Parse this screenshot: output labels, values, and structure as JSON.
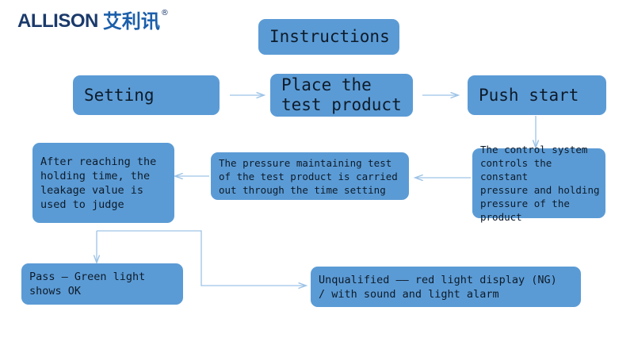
{
  "brand": {
    "latin": "ALLISON",
    "cjk": "艾利讯",
    "registered": "®"
  },
  "diagram": {
    "title": "Instructions",
    "accent_color": "#5B9BD5",
    "connector_color": "#9DC3E6",
    "text_color": "#0d1b2a",
    "nodes": [
      {
        "id": "instructions",
        "label": "Instructions"
      },
      {
        "id": "setting",
        "label": "Setting"
      },
      {
        "id": "place-test-product",
        "label": "Place the\ntest product"
      },
      {
        "id": "push-start",
        "label": "Push start"
      },
      {
        "id": "control-system",
        "label": "The control system\ncontrols the constant\npressure and holding\npressure of the\nproduct"
      },
      {
        "id": "pressure-maintaining-test",
        "label": "The pressure maintaining test\nof the test product is carried\nout through the time setting"
      },
      {
        "id": "leakage-judge",
        "label": "After reaching the\nholding time, the\nleakage value is\nused to judge"
      },
      {
        "id": "pass-green-light",
        "label": "Pass – Green light\nshows OK"
      },
      {
        "id": "unqualified-red-light",
        "label": "Unqualified —— red light display (NG)\n/ with sound and light alarm"
      }
    ],
    "edges": [
      {
        "from": "setting",
        "to": "place-test-product",
        "kind": "arrow-right"
      },
      {
        "from": "place-test-product",
        "to": "push-start",
        "kind": "arrow-right"
      },
      {
        "from": "push-start",
        "to": "control-system",
        "kind": "arrow-down"
      },
      {
        "from": "control-system",
        "to": "pressure-maintaining-test",
        "kind": "arrow-left"
      },
      {
        "from": "pressure-maintaining-test",
        "to": "leakage-judge",
        "kind": "arrow-left"
      },
      {
        "from": "leakage-judge",
        "to": "pass-green-light",
        "kind": "arrow-down"
      },
      {
        "from": "leakage-judge",
        "to": "unqualified-red-light",
        "kind": "elbow-right"
      }
    ]
  }
}
